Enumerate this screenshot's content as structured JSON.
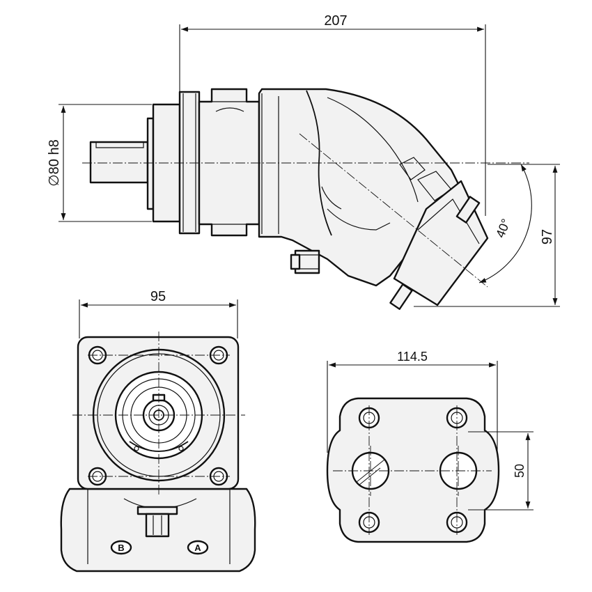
{
  "dimensions": {
    "overall_length": "207",
    "shaft_diameter": "∅80 h8",
    "bent_angle": "40°",
    "height_offset": "97",
    "flange_width": "95",
    "port_spacing_horizontal": "114.5",
    "port_spacing_vertical": "50"
  },
  "ports": {
    "port_b": "B",
    "port_a": "A"
  }
}
